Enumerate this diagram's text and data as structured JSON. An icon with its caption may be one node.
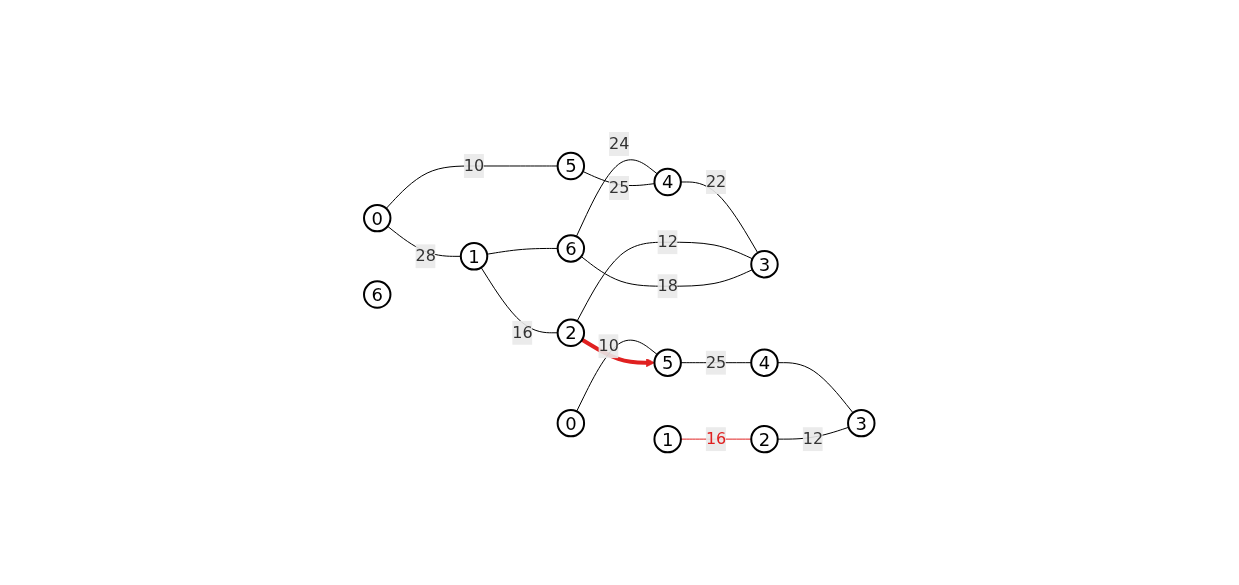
{
  "diagram": {
    "nodes": [
      {
        "text": [
          "0"
        ]
      },
      {
        "text": [
          "1"
        ]
      },
      {
        "text": [
          "5"
        ]
      },
      {
        "text": [
          "6"
        ]
      },
      {
        "text": [
          "2"
        ]
      },
      {
        "text": [
          "4"
        ]
      },
      {
        "text": [
          "3"
        ]
      },
      {
        "text": [
          "0"
        ]
      },
      {
        "text": [
          "1"
        ]
      },
      {
        "text": [
          "5"
        ]
      },
      {
        "text": [
          "6"
        ]
      },
      {
        "text": [
          "2"
        ]
      },
      {
        "text": [
          "4"
        ]
      },
      {
        "text": [
          "3"
        ]
      }
    ],
    "edges": [
      {
        "from": 0,
        "to": 1,
        "arrow": "none",
        "label": "28"
      },
      {
        "from": 0,
        "to": 2,
        "arrow": "none",
        "label": "10"
      },
      {
        "from": 1,
        "to": 3,
        "arrow": "none"
      },
      {
        "from": 1,
        "to": 4,
        "arrow": "none",
        "label": "16"
      },
      {
        "from": 2,
        "to": 5,
        "arrow": "none",
        "label": "25"
      },
      {
        "from": 3,
        "to": 5,
        "arrow": "none",
        "label": "24"
      },
      {
        "from": 3,
        "to": 6,
        "arrow": "none",
        "label": "18"
      },
      {
        "from": 4,
        "to": 6,
        "arrow": "none",
        "label": "12"
      },
      {
        "from": 5,
        "to": 6,
        "arrow": "none",
        "label": "22"
      },
      {
        "from": 4,
        "to": 9,
        "arrow": "to",
        "style": "thick",
        "color": "#e02020"
      },
      {
        "from": 7,
        "to": 9,
        "arrow": "none",
        "label": "10"
      },
      {
        "from": 8,
        "to": 11,
        "arrow": "none",
        "label": "16",
        "color": "#e02020"
      },
      {
        "from": 9,
        "to": 12,
        "arrow": "none",
        "label": "25"
      },
      {
        "from": 11,
        "to": 13,
        "arrow": "none",
        "label": "12"
      },
      {
        "from": 12,
        "to": 13,
        "arrow": "none"
      }
    ]
  }
}
